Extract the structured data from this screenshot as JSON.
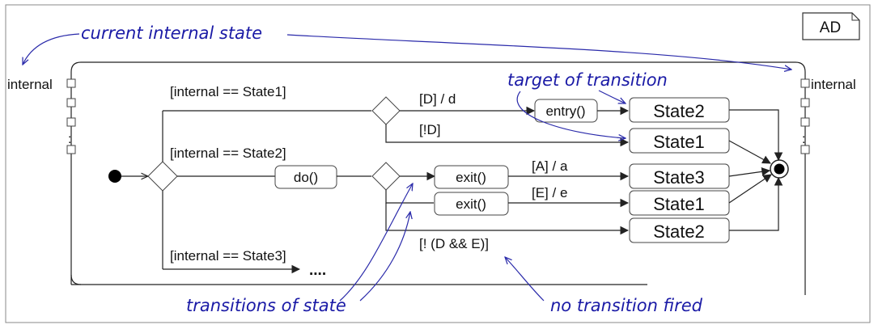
{
  "tag": "AD",
  "pins": {
    "left_label": "internal",
    "right_label": "internal"
  },
  "guards": {
    "g1": "[internal == State1]",
    "g2": "[internal == State2]",
    "g3": "[internal == State3]",
    "g3_ellipsis": "....",
    "d": "[D] / d",
    "not_d": "[!D]",
    "a": "[A] / a",
    "e": "[E] / e",
    "none": "[! (D && E)]"
  },
  "actions": {
    "do": "do()",
    "entry": "entry()",
    "exit1": "exit()",
    "exit2": "exit()"
  },
  "states": {
    "s2_top": "State2",
    "s1_top": "State1",
    "s3": "State3",
    "s1_mid": "State1",
    "s2_bot": "State2"
  },
  "notes": {
    "current_internal_state": "current internal state",
    "target_of_transition": "target of transition",
    "transitions_of_state": "transitions of state",
    "no_transition_fired": "no transition fired"
  },
  "pin_dots": ":"
}
